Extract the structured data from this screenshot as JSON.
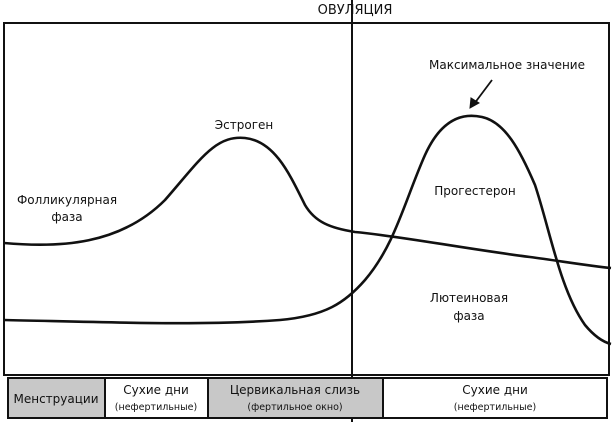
{
  "ovulation_label": "ОВУЛЯЦИЯ",
  "labels": {
    "estrogen": "Эстроген",
    "peak": "Максимальное значение",
    "progesterone": "Прогестерон",
    "follicular_line1": "Фолликулярная",
    "follicular_line2": "фаза",
    "luteal_line1": "Лютеиновая",
    "luteal_line2": "фаза"
  },
  "phases": [
    {
      "label": "Менструации",
      "note": "",
      "highlight": true
    },
    {
      "label": "Сухие дни",
      "note": "(нефертильные)",
      "highlight": false
    },
    {
      "label": "Цервикальная слизь",
      "note": "(фертильное окно)",
      "highlight": true
    },
    {
      "label": "Сухие дни",
      "note": "(нефертильные)",
      "highlight": false
    }
  ],
  "colors": {
    "line": "#111111",
    "highlight_fill": "#c8c8c8",
    "plain_fill": "#ffffff"
  }
}
